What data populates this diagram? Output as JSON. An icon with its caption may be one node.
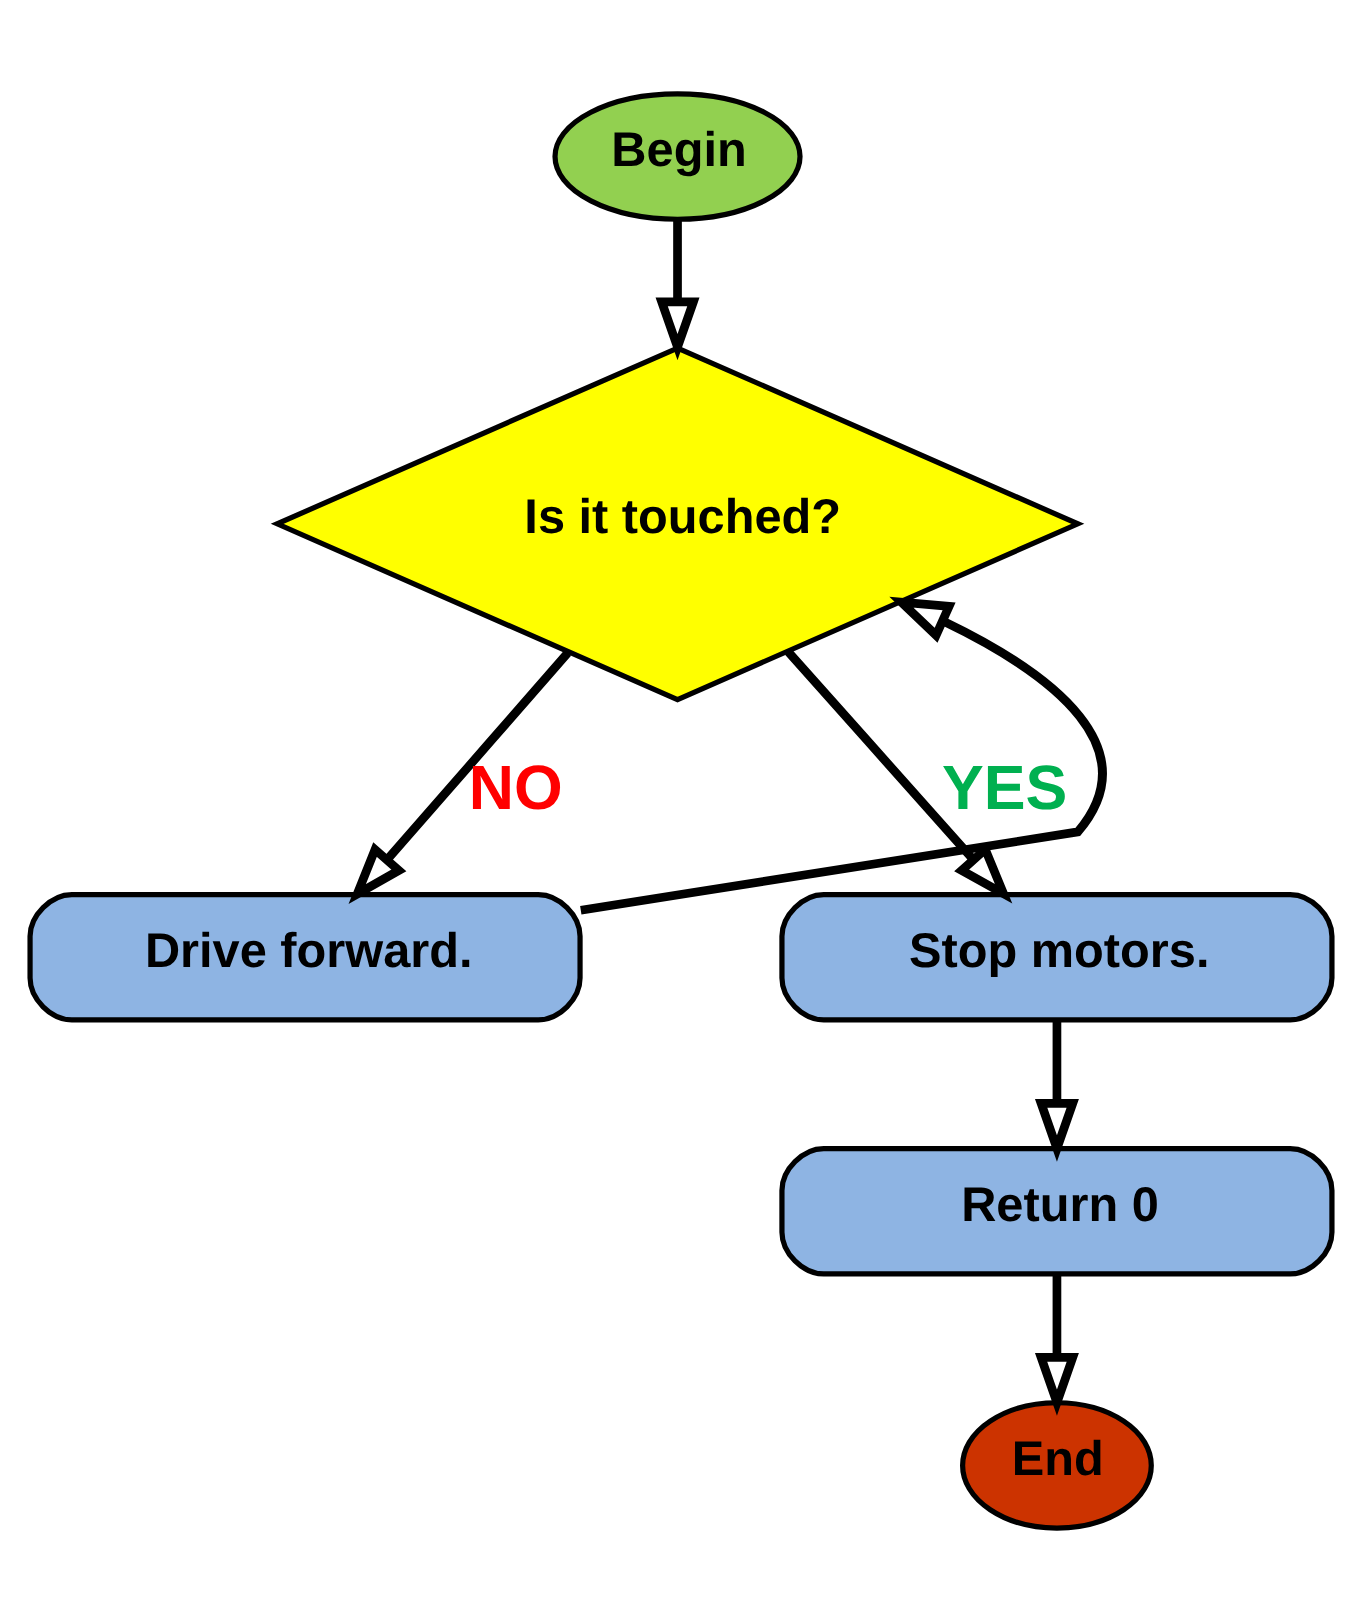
{
  "diagram": {
    "nodes": [
      {
        "text": [
          "Begin"
        ]
      },
      {
        "text": [
          "Is it touched?"
        ]
      },
      {
        "text": [
          "Drive forward."
        ]
      },
      {
        "text": [
          "Stop motors."
        ]
      },
      {
        "text": [
          "Return 0"
        ]
      },
      {
        "text": [
          "End"
        ]
      }
    ],
    "edges": [
      {
        "from": 0,
        "to": 1,
        "arrow": "to"
      },
      {
        "from": 1,
        "to": 2,
        "arrow": "to",
        "label": "NO"
      },
      {
        "from": 2,
        "to": 1,
        "arrow": "to"
      },
      {
        "from": 1,
        "to": 3,
        "arrow": "to",
        "label": "YES"
      },
      {
        "from": 3,
        "to": 4,
        "arrow": "to"
      },
      {
        "from": 4,
        "to": 5,
        "arrow": "to"
      }
    ]
  }
}
